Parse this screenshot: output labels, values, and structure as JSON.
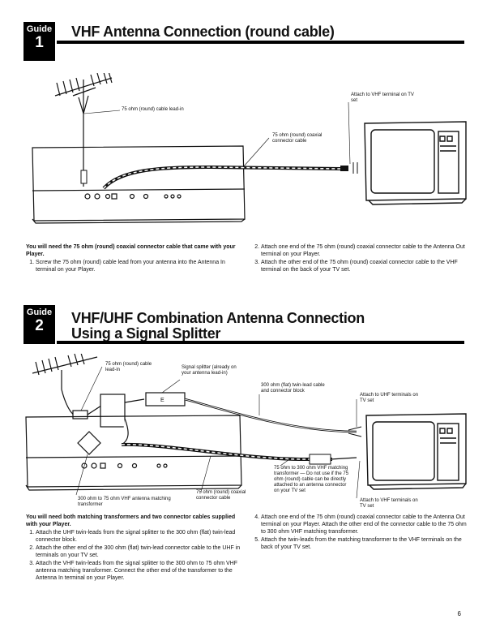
{
  "section1": {
    "guide_word": "Guide",
    "guide_number": "1",
    "title": "VHF Antenna Connection (round cable)",
    "callouts": {
      "cable_lead_in": "75 ohm (round) cable lead-in",
      "coaxial_cable": "75 ohm (round) coaxial connector cable",
      "attach_vhf": "Attach to VHF terminal on TV set"
    },
    "lead": "You will need the 75 ohm (round) coaxial connector cable that came with your Player.",
    "steps": [
      "Screw the 75 ohm (round) cable lead from your antenna into the Antenna In terminal on your Player.",
      "Attach one end of the 75 ohm (round) coaxial connector cable to the Antenna Out terminal on your Player.",
      "Attach the other end of the 75 ohm (round) coaxial connector cable to the VHF terminal on the back of your TV set."
    ]
  },
  "section2": {
    "guide_word": "Guide",
    "guide_number": "2",
    "title_line1": "VHF/UHF Combination Antenna Connection",
    "title_line2": "Using a Signal Splitter",
    "callouts": {
      "cable_lead_in": "75 ohm (round) cable lead-in",
      "signal_splitter": "Signal splitter (already on your antenna lead-in)",
      "twin_lead": "300 ohm (flat) twin-lead cable and connector block",
      "attach_uhf": "Attach to UHF terminals on TV set",
      "matching_transformer_vhf": "75 ohm to 300 ohm VHF matching transformer — Do not use if the 75 ohm (round) cable can be directly attached to an antenna connector on your TV set",
      "matching_transformer_300": "300 ohm to 75 ohm VHF antenna matching transformer",
      "coaxial_cable": "75 ohm (round) coaxial connector cable",
      "attach_vhf": "Attach to VHF terminals on TV set"
    },
    "lead": "You will need both matching transformers and two connector cables supplied with your Player.",
    "steps": [
      "Attach the UHF twin-leads from the signal splitter to the 300 ohm (flat) twin-lead connector block.",
      "Attach the other end of the 300 ohm (flat) twin-lead connector cable to the UHF in terminals on your TV set.",
      "Attach the VHF twin-leads from the signal splitter to the 300 ohm to 75 ohm VHF antenna matching transformer. Connect the other end of the transformer to the Antenna In terminal on your Player.",
      "Attach one end of the 75 ohm (round) coaxial connector cable to the Antenna Out terminal on your Player. Attach the other end of the connector cable to the 75 ohm to 300 ohm VHF matching transformer.",
      "Attach the twin-leads from the matching transformer to the VHF terminals on the back of your TV set."
    ]
  },
  "page_number": "6"
}
